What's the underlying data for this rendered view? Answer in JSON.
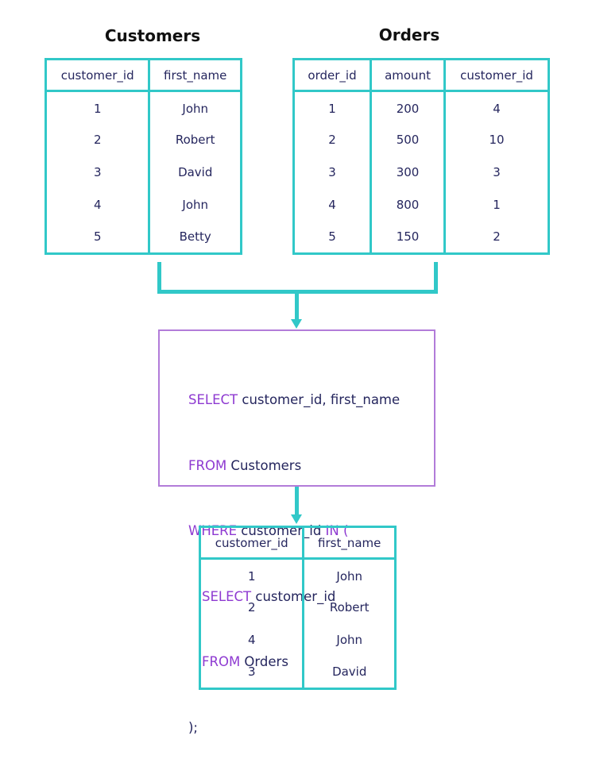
{
  "customers": {
    "title": "Customers",
    "columns": [
      "customer_id",
      "first_name"
    ],
    "rows": [
      [
        "1",
        "John"
      ],
      [
        "2",
        "Robert"
      ],
      [
        "3",
        "David"
      ],
      [
        "4",
        "John"
      ],
      [
        "5",
        "Betty"
      ]
    ]
  },
  "orders": {
    "title": "Orders",
    "columns": [
      "order_id",
      "amount",
      "customer_id"
    ],
    "rows": [
      [
        "1",
        "200",
        "4"
      ],
      [
        "2",
        "500",
        "10"
      ],
      [
        "3",
        "300",
        "3"
      ],
      [
        "4",
        "800",
        "1"
      ],
      [
        "5",
        "150",
        "2"
      ]
    ]
  },
  "query": {
    "line1": {
      "kw": "SELECT",
      "rest": " customer_id, first_name"
    },
    "line2": {
      "kw": "FROM",
      "rest": " Customers"
    },
    "line3": {
      "kw": "WHERE",
      "rest": " customer_id ",
      "kw2": "IN ("
    },
    "line4": {
      "kw": "SELECT",
      "rest": " customer_id"
    },
    "line5": {
      "kw": "FROM",
      "rest": " Orders"
    },
    "line6": ");"
  },
  "result": {
    "columns": [
      "customer_id",
      "first_name"
    ],
    "rows": [
      [
        "1",
        "John"
      ],
      [
        "2",
        "Robert"
      ],
      [
        "4",
        "John"
      ],
      [
        "3",
        "David"
      ]
    ]
  },
  "colors": {
    "table_border": "#31c8c8",
    "query_border": "#b27cd9",
    "keyword": "#8e3ad1",
    "text": "#25265e"
  }
}
